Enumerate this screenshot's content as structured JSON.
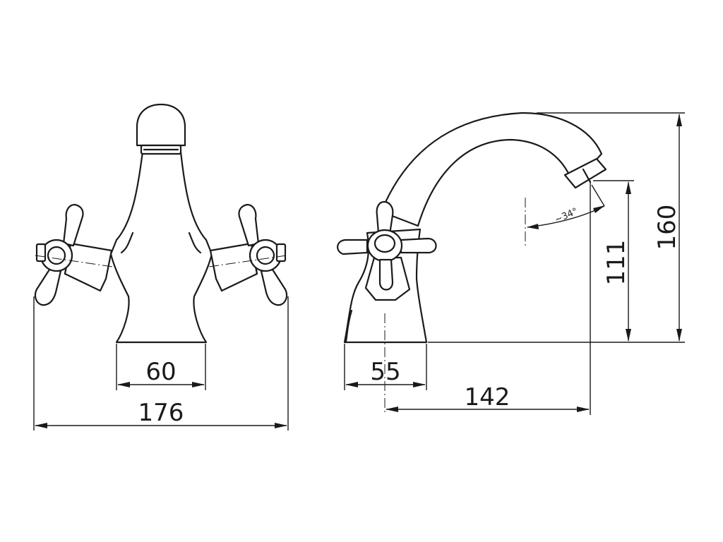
{
  "front_view": {
    "dimensions": {
      "base_width": "60",
      "overall_width": "176"
    }
  },
  "side_view": {
    "dimensions": {
      "base_depth": "55",
      "spout_reach": "142",
      "spout_height": "111",
      "overall_height": "160",
      "spout_angle": "~34°"
    }
  }
}
